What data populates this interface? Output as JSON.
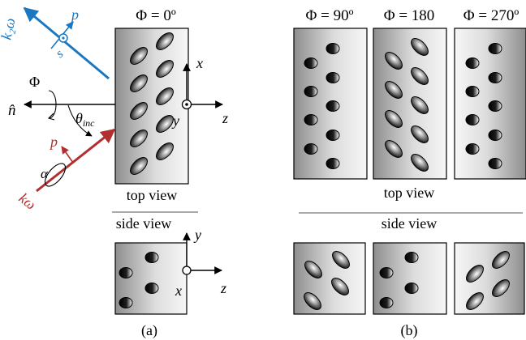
{
  "colors": {
    "blue": "#1a78c2",
    "red": "#b03030",
    "black": "#000000",
    "divider": "#555555"
  },
  "panel_a": {
    "phi_label": "Φ = 0º",
    "top_view_label": "top view",
    "side_view_label": "side view",
    "caption": "(a)",
    "normal_label": "n̂",
    "phi_rotation_label": "Φ",
    "theta_label": "θ",
    "theta_subscript": "inc",
    "alpha_label": "α",
    "k2w_label": "k₂ω",
    "kw_label": "kω",
    "p_blue_label": "p",
    "s_blue_label": "s",
    "p_red_label": "p",
    "axis_x": "x",
    "axis_y": "y",
    "axis_z": "z",
    "side_axis_x": "x",
    "side_axis_y": "y",
    "side_axis_z": "z"
  },
  "panel_b": {
    "phi_labels": [
      "Φ = 90º",
      "Φ = 180",
      "Φ = 270º"
    ],
    "top_view_label": "top view",
    "side_view_label": "side view",
    "caption": "(b)"
  }
}
